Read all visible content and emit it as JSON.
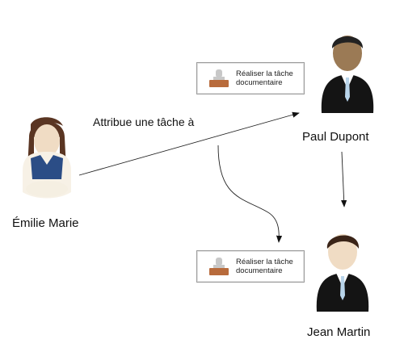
{
  "people": {
    "emilie": {
      "name": "Émilie Marie"
    },
    "paul": {
      "name": "Paul Dupont"
    },
    "jean": {
      "name": "Jean Martin"
    }
  },
  "edges": {
    "assign_label": "Attribue une tâche à"
  },
  "tasks": {
    "top": {
      "text": "Réaliser la tâche documentaire",
      "icon": "stamp-icon"
    },
    "bottom": {
      "text": "Réaliser la tâche documentaire",
      "icon": "stamp-icon"
    }
  },
  "colors": {
    "suit": "#141414",
    "vest": "#2b4d86",
    "skin": "#f0dcc4",
    "hair_female": "#5a3522",
    "hair_paul": "#222222",
    "hair_jean": "#3a2418",
    "stamp_handle": "#c8c8c8",
    "stamp_base": "#b86b3c"
  }
}
